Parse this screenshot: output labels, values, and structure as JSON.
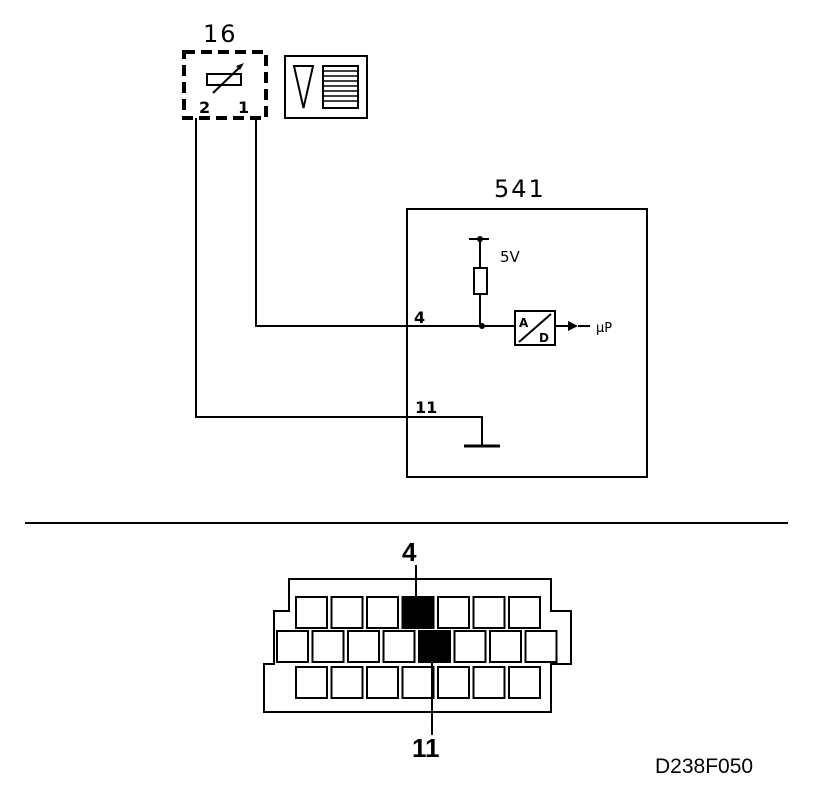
{
  "component": {
    "number": "16",
    "pin_left": "2",
    "pin_right": "1"
  },
  "module": {
    "number": "541",
    "supply_label": "5V",
    "pin_signal": "4",
    "pin_ground": "11",
    "adc_top": "A",
    "adc_bottom": "D",
    "output_label": "µP"
  },
  "connector": {
    "rows": [
      7,
      8,
      7
    ],
    "highlighted": [
      {
        "row": 0,
        "col": 3,
        "label": "4"
      },
      {
        "row": 1,
        "col": 4,
        "label": "11"
      }
    ],
    "label_top": "4",
    "label_bottom": "11"
  },
  "figure_ref": "D238F050"
}
